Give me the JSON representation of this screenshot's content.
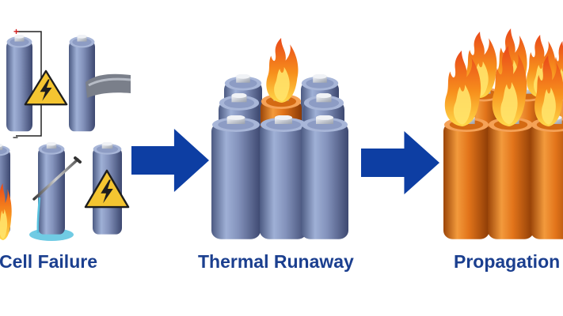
{
  "stages": {
    "cell_failure": {
      "label": "Cell Failure"
    },
    "thermal_runaway": {
      "label": "Thermal Runaway"
    },
    "propagation": {
      "label": "Propagation"
    }
  },
  "symbols": {
    "positive": "+",
    "negative": "−"
  },
  "icons": [
    "high-voltage-warning-icon",
    "arrow-right-icon",
    "flame-icon",
    "nail-icon",
    "leak-puddle-icon"
  ],
  "colors": {
    "label_text": "#1b3f8f",
    "arrow": "#0d3ea3",
    "battery_blue": "#7e8fb6",
    "battery_orange": "#e2741a",
    "warning_yellow": "#f4c531",
    "flame_orange": "#f28a16",
    "background": "#ffffff"
  }
}
